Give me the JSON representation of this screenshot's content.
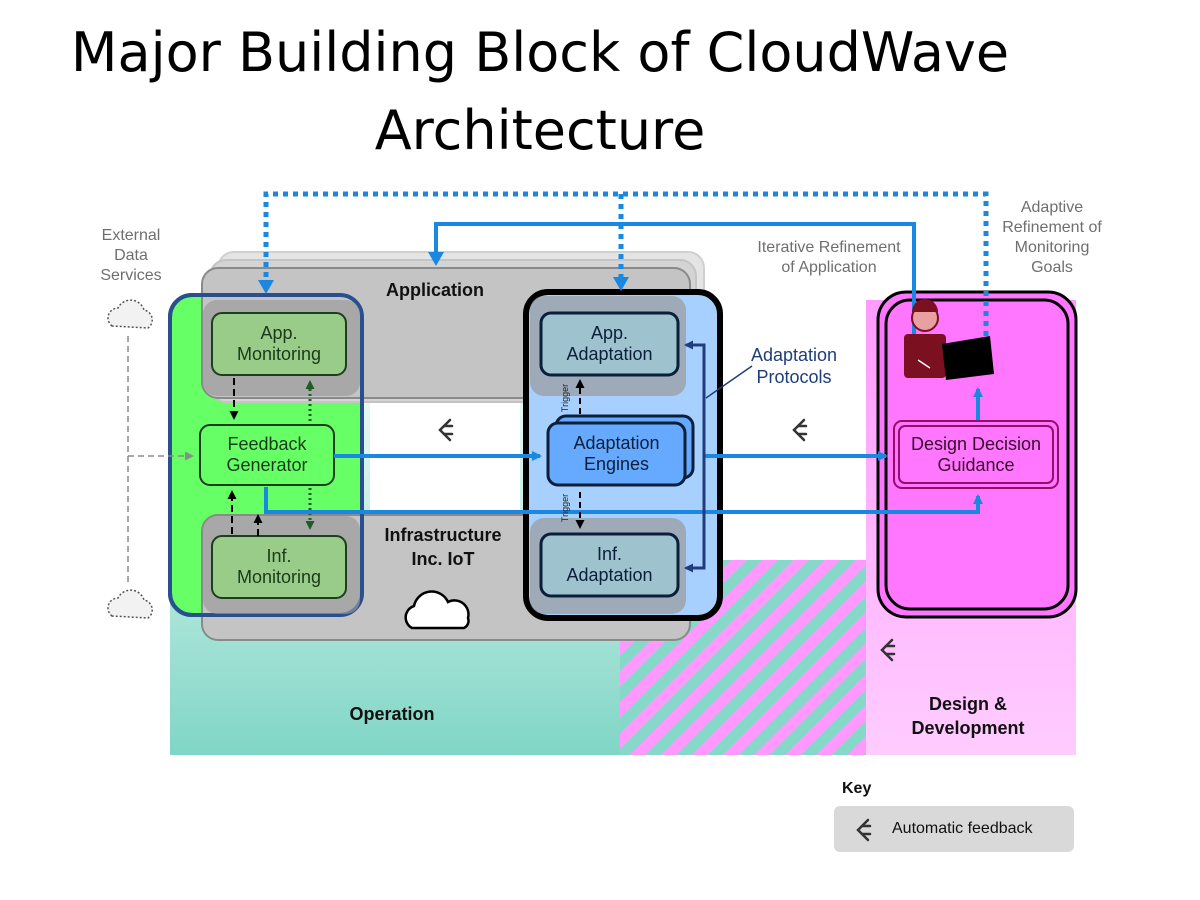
{
  "title": {
    "line1": "Major Building Block of CloudWave",
    "line2": "Architecture"
  },
  "labels": {
    "external_data_services": [
      "External",
      "Data",
      "Services"
    ],
    "application": "Application",
    "app_monitoring": [
      "App.",
      "Monitoring"
    ],
    "feedback_generator": [
      "Feedback",
      "Generator"
    ],
    "inf_monitoring": [
      "Inf.",
      "Monitoring"
    ],
    "infrastructure": [
      "Infrastructure",
      "Inc. IoT"
    ],
    "app_adaptation": [
      "App.",
      "Adaptation"
    ],
    "adaptation_engines": [
      "Adaptation",
      "Engines"
    ],
    "inf_adaptation": [
      "Inf.",
      "Adaptation"
    ],
    "trigger_top": "Trigger",
    "trigger_bottom": "Trigger",
    "adaptation_protocols": [
      "Adaptation",
      "Protocols"
    ],
    "iterative_refinement": [
      "Iterative Refinement",
      "of Application"
    ],
    "adaptive_refinement": [
      "Adaptive",
      "Refinement of",
      "Monitoring",
      "Goals"
    ],
    "design_decision_guidance": [
      "Design Decision",
      "Guidance"
    ],
    "operation": "Operation",
    "design_development": [
      "Design &",
      "Development"
    ]
  },
  "key": {
    "title": "Key",
    "item": "Automatic feedback"
  },
  "colors": {
    "operation_teal": "#86d8c8",
    "green_zone": "#66ff66",
    "gray_box": "#bdbdbd",
    "module_green": "#99cc88",
    "feedback_green": "#66ff66",
    "adapt_blue": "#9ec3cf",
    "engine_blue": "#66aaff",
    "magenta": "#ff77ff",
    "arrow_blue": "#1a88e0",
    "navy": "#1f3d7a"
  },
  "icons": [
    "cloud-icon",
    "user-at-laptop-icon",
    "automatic-feedback-icon",
    "trigger-arrow-icon"
  ]
}
